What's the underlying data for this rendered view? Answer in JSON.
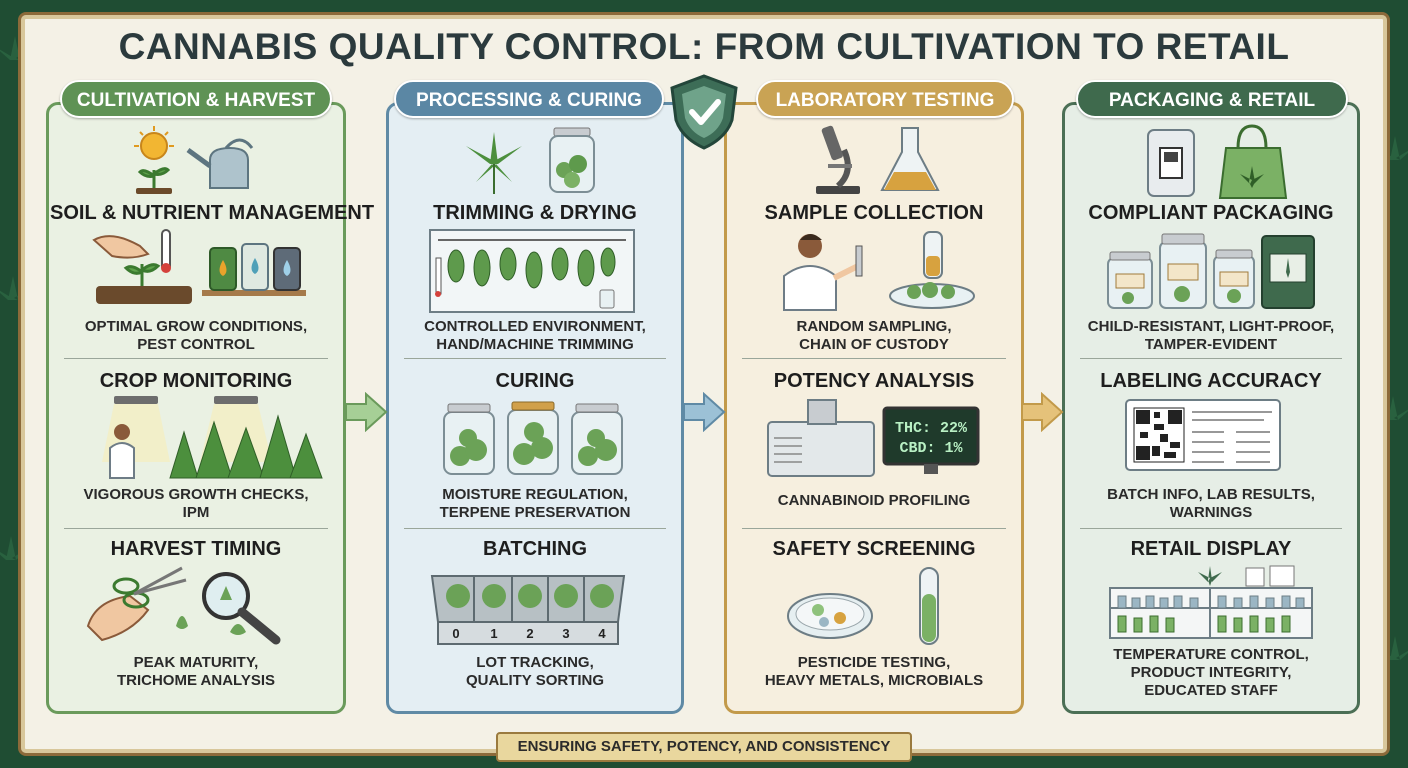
{
  "title": "CANNABIS QUALITY CONTROL: FROM CULTIVATION TO RETAIL",
  "footer": "ENSURING SAFETY, POTENCY, AND CONSISTENCY",
  "stages": [
    {
      "name": "CULTIVATION & HARVEST",
      "steps": [
        {
          "heading": "SOIL & NUTRIENT MANAGEMENT",
          "detail": "OPTIMAL GROW CONDITIONS,\nPEST CONTROL"
        },
        {
          "heading": "CROP MONITORING",
          "detail": "VIGOROUS GROWTH CHECKS,\nIPM"
        },
        {
          "heading": "HARVEST TIMING",
          "detail": "PEAK MATURITY,\nTRICHOME ANALYSIS"
        }
      ]
    },
    {
      "name": "PROCESSING & CURING",
      "steps": [
        {
          "heading": "TRIMMING & DRYING",
          "detail": "CONTROLLED ENVIRONMENT,\nHAND/MACHINE TRIMMING"
        },
        {
          "heading": "CURING",
          "detail": "MOISTURE REGULATION,\nTERPENE PRESERVATION"
        },
        {
          "heading": "BATCHING",
          "detail": "LOT TRACKING,\nQUALITY SORTING"
        }
      ],
      "tray_labels": [
        "0",
        "1",
        "2",
        "3",
        "4"
      ]
    },
    {
      "name": "LABORATORY TESTING",
      "steps": [
        {
          "heading": "SAMPLE COLLECTION",
          "detail": "RANDOM SAMPLING,\nCHAIN OF CUSTODY"
        },
        {
          "heading": "POTENCY ANALYSIS",
          "detail": "CANNABINOID PROFILING"
        },
        {
          "heading": "SAFETY SCREENING",
          "detail": "PESTICIDE TESTING,\nHEAVY METALS, MICROBIALS"
        }
      ],
      "screen_lines": [
        "THC: 22%",
        "CBD: 1%"
      ]
    },
    {
      "name": "PACKAGING & RETAIL",
      "steps": [
        {
          "heading": "COMPLIANT PACKAGING",
          "detail": "CHILD-RESISTANT, LIGHT-PROOF,\nTAMPER-EVIDENT"
        },
        {
          "heading": "LABELING ACCURACY",
          "detail": "BATCH INFO, LAB RESULTS,\nWARNINGS"
        },
        {
          "heading": "RETAIL DISPLAY",
          "detail": "TEMPERATURE CONTROL,\nPRODUCT INTEGRITY,\nEDUCATED STAFF"
        }
      ]
    }
  ],
  "colors": {
    "cultivation": "#5f9255",
    "processing": "#5b87a4",
    "testing": "#c9a354",
    "retail": "#3f6a4d",
    "frame": "#8c6a3a"
  },
  "icons": [
    "shield-check-icon",
    "sun-icon",
    "watering-can-icon",
    "microscope-icon",
    "flask-icon",
    "jar-icon",
    "shopping-bag-icon",
    "qr-code-icon",
    "petri-dish-icon",
    "test-tube-icon"
  ]
}
